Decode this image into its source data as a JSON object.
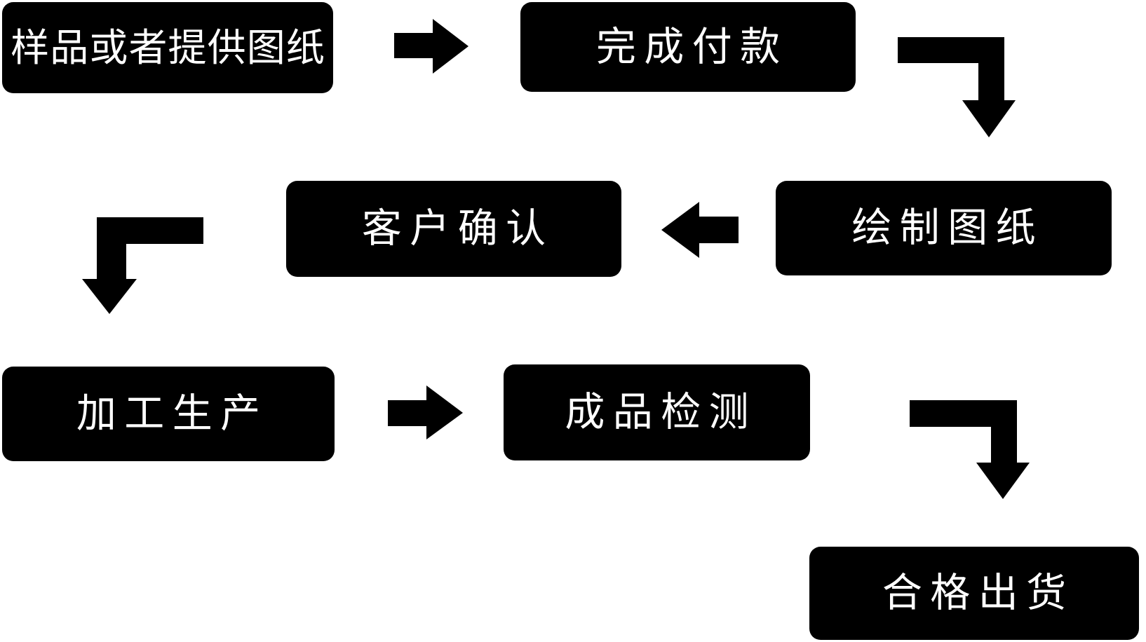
{
  "diagram": {
    "type": "flowchart",
    "background_color": "#ffffff",
    "node_fill_color": "#000000",
    "node_text_color": "#ffffff",
    "arrow_color": "#000000",
    "nodes": [
      {
        "id": "sample-or-drawings",
        "label": "样品或者提供图纸"
      },
      {
        "id": "complete-payment",
        "label": "完成付款"
      },
      {
        "id": "draw-drawings",
        "label": "绘制图纸"
      },
      {
        "id": "customer-confirm",
        "label": "客户确认"
      },
      {
        "id": "processing-production",
        "label": "加工生产"
      },
      {
        "id": "product-inspection",
        "label": "成品检测"
      },
      {
        "id": "qualified-shipment",
        "label": "合格出货"
      }
    ],
    "edges": [
      {
        "from": "样品或者提供图纸",
        "to": "完成付款",
        "shape": "straight-right"
      },
      {
        "from": "完成付款",
        "to": "绘制图纸",
        "shape": "elbow-right-down"
      },
      {
        "from": "绘制图纸",
        "to": "客户确认",
        "shape": "straight-left"
      },
      {
        "from": "客户确认",
        "to": "加工生产",
        "shape": "elbow-left-down"
      },
      {
        "from": "加工生产",
        "to": "成品检测",
        "shape": "straight-right"
      },
      {
        "from": "成品检测",
        "to": "合格出货",
        "shape": "elbow-right-down"
      }
    ]
  }
}
